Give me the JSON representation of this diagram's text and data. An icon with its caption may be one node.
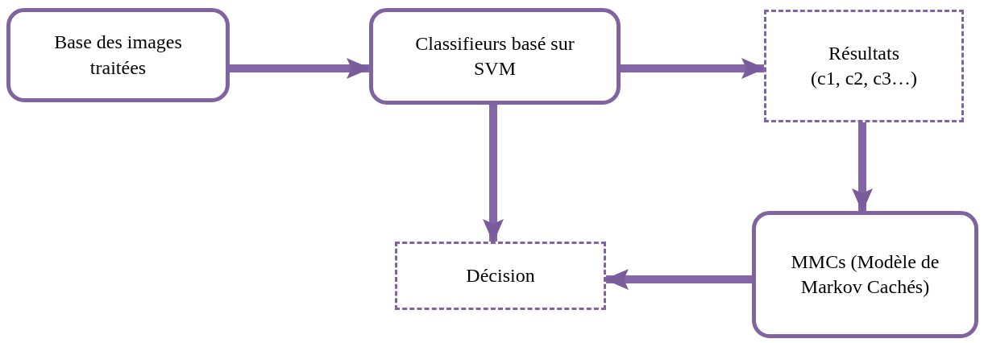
{
  "diagram": {
    "nodes": [
      {
        "text": [
          "Base des images traitées"
        ]
      },
      {
        "text": [
          "Classifieurs basé sur SVM"
        ]
      },
      {
        "text": [
          "Résultats",
          "(c1, c2, c3…)"
        ]
      },
      {
        "text": [
          "Décision"
        ]
      },
      {
        "text": [
          "MMCs (Modèle de Markov Cachés)"
        ]
      }
    ],
    "edges": [
      {
        "from": 0,
        "to": 1,
        "arrow": "to"
      },
      {
        "from": 1,
        "to": 2,
        "arrow": "to"
      },
      {
        "from": 2,
        "to": 4,
        "arrow": "to"
      },
      {
        "from": 1,
        "to": 3,
        "arrow": "to"
      },
      {
        "from": 4,
        "to": 3,
        "arrow": "to"
      }
    ]
  }
}
